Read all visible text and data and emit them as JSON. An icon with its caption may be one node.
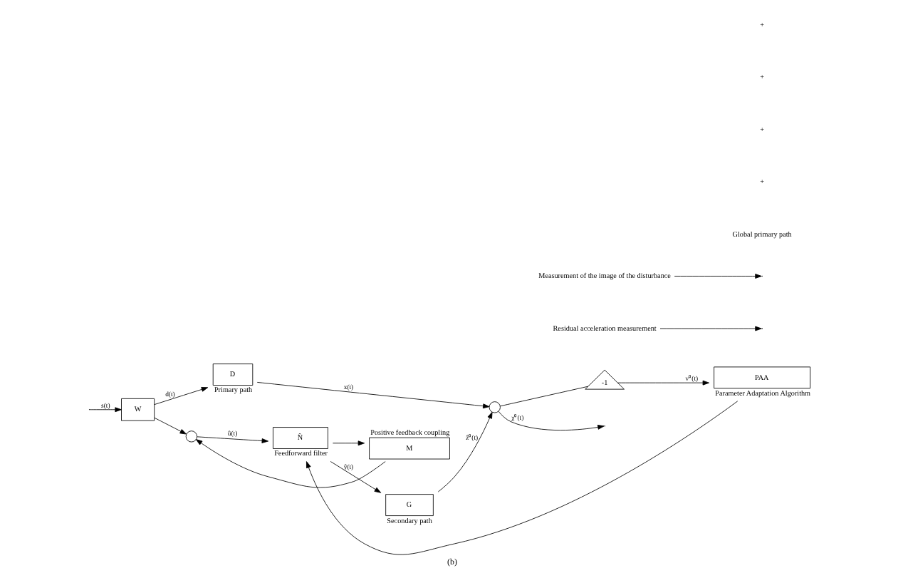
{
  "diagram": {
    "caption": "(b)",
    "nodes": [
      {
        "text": [
          "W"
        ]
      },
      {
        "text": [
          "D"
        ],
        "beside": [
          "Primary path"
        ]
      },
      {
        "text": [],
        "shape": "circle"
      },
      {
        "text": [
          "M"
        ],
        "beside": [
          "Positive feedback coupling"
        ]
      },
      {
        "text": [
          "N̂"
        ],
        "beside": [
          "Feedforward filter"
        ]
      },
      {
        "text": [
          "G"
        ],
        "beside": [
          "Secondary path"
        ]
      },
      {
        "text": [],
        "shape": "circle"
      },
      {
        "text": [
          "-1"
        ]
      },
      {
        "text": [
          "PAA"
        ],
        "beside": [
          "Parameter Adaptation Algorithm"
        ]
      },
      {
        "text": [
          "Residual acceleration measurement"
        ]
      },
      {
        "text": [
          "Measurement of the image of the disturbance"
        ]
      }
    ],
    "edges": [
      {
        "from": null,
        "to": 0,
        "arrow": "to",
        "label": "s(t)"
      },
      {
        "from": 0,
        "to": 1,
        "arrow": "to",
        "label": "d(t)"
      },
      {
        "from": 0,
        "to": 2,
        "arrow": "to"
      },
      {
        "from": 1,
        "to": 6,
        "arrow": "to",
        "label": "x(t)"
      },
      {
        "from": 2,
        "to": 4,
        "arrow": "to",
        "label": "û(t)"
      },
      {
        "from": 4,
        "to": 5,
        "arrow": "to",
        "label": "ŷ(t)"
      },
      {
        "from": 4,
        "to": 3,
        "arrow": "to"
      },
      {
        "from": 3,
        "to": 2,
        "arrow": "to"
      },
      {
        "from": 5,
        "to": 6,
        "arrow": "to",
        "label": "ẑ⁰(t)"
      },
      {
        "from": 6,
        "to": null,
        "arrow": "to",
        "label": "χ⁰(t)"
      },
      {
        "from": 6,
        "to": 7,
        "arrow": "none"
      },
      {
        "from": 7,
        "to": 8,
        "arrow": "to",
        "label": "v⁰(t)"
      },
      {
        "from": 8,
        "to": 4,
        "arrow": "to"
      },
      {
        "from": 9,
        "to": null,
        "arrow": "to"
      },
      {
        "from": 10,
        "to": null,
        "arrow": "to"
      }
    ],
    "labels": [
      "Global primary path",
      "+",
      "+",
      "+",
      "+"
    ]
  }
}
